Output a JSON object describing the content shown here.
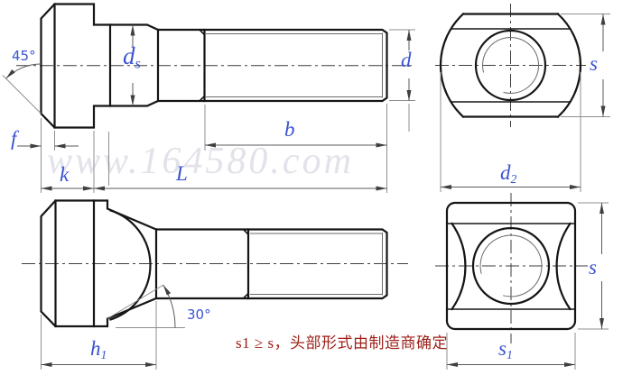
{
  "drawing": {
    "title_hint": "T-head bolt technical drawing, four views",
    "watermark": "www.164580.com",
    "note": "s1 ≥ s，头部形式由制造商确定",
    "colors": {
      "label_blue": "#3a52cf",
      "note_red": "#9e2018",
      "outline_ink": "#151515",
      "dimension_gray": "#5a5a5a",
      "extension_gray": "#8f8f8f",
      "centerline_gray": "#3f3f3f",
      "watermark_gray": "#e2e2ea",
      "background": "#ffffff"
    },
    "labels": {
      "angle45": "45°",
      "f": "f",
      "k": "k",
      "l": "L",
      "b": "b",
      "d": "d",
      "ds": {
        "base": "d",
        "sub": "s"
      },
      "d2": {
        "base": "d",
        "sub": "2"
      },
      "s_top": "s",
      "angle30": "30°",
      "h1": {
        "base": "h",
        "sub": "1"
      },
      "s_bottom": "s",
      "s1": {
        "base": "s",
        "sub": "1"
      }
    }
  }
}
